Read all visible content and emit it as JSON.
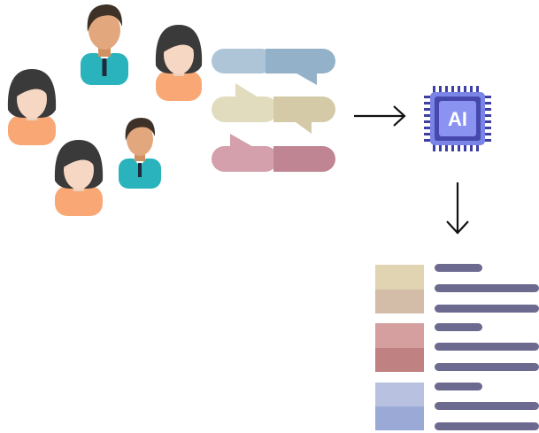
{
  "chip": {
    "label": "AI",
    "icon": "ai-chip-icon"
  },
  "people": [
    {
      "id": "person-1",
      "gender": "male"
    },
    {
      "id": "person-2",
      "gender": "female"
    },
    {
      "id": "person-3",
      "gender": "female"
    },
    {
      "id": "person-4",
      "gender": "male"
    },
    {
      "id": "person-5",
      "gender": "female"
    }
  ],
  "arrows": {
    "right": "arrow-right-icon",
    "down": "arrow-down-icon"
  },
  "colors": {
    "skin": "#f6d7c3",
    "skin_male": "#e3a77e",
    "hair_female": "#3a3a3a",
    "hair_male": "#3e3228",
    "shirt_female": "#f9a875",
    "shirt_male": "#2bb3bd",
    "tie": "#1f2a3a",
    "bubble_blue": "#aec5d7",
    "bubble_blue_dark": "#93b1c8",
    "bubble_beige": "#e2dcbf",
    "bubble_beige_dark": "#d4caa8",
    "bubble_pink": "#d3a0ab",
    "bubble_pink_dark": "#bf8592",
    "chip_body": "#7a83e6",
    "chip_dark": "#3d3fa3",
    "chip_pins": "#3d3fa3",
    "card_beige_top": "#e1d4b2",
    "card_beige_bottom": "#d3bca8",
    "card_rose_top": "#d59f9f",
    "card_rose_bottom": "#bf8181",
    "card_blue_top": "#b8c2e0",
    "card_blue_bottom": "#9aa9d6",
    "line": "#6d6a8f",
    "arrow": "#111111"
  }
}
